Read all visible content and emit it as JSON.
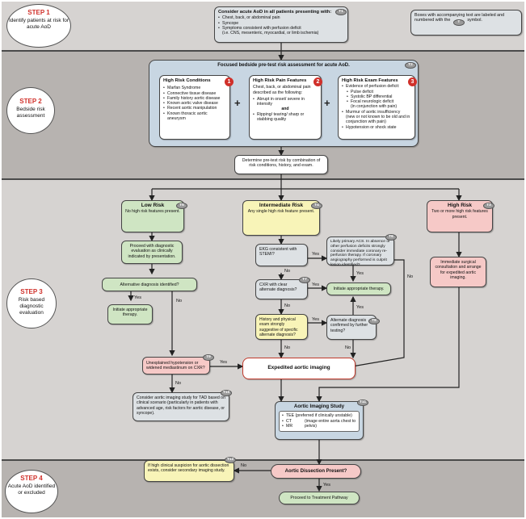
{
  "steps": {
    "s1": {
      "label": "STEP 1",
      "desc": "Identify patients at risk for acute AoD"
    },
    "s2": {
      "label": "STEP 2",
      "desc": "Bedside risk assessment"
    },
    "s3": {
      "label": "STEP 3",
      "desc": "Risk based diagnostic evaluation"
    },
    "s4": {
      "label": "STEP 4",
      "desc": "Acute AoD identified or excluded"
    }
  },
  "t1": {
    "title": "Consider acute AoD in all patients presenting with:",
    "items": [
      "Chest, back, or abdominal pain",
      "Syncope",
      "Symptoms consistent with perfusion deficit"
    ],
    "note": "(i.e. CNS, mesenteric, myocardial, or limb ischemia)",
    "tag": "T1"
  },
  "legend": {
    "text1": "Boxes with accompanying text are labeled and numbered with the",
    "text2": "symbol.",
    "tag": "T"
  },
  "t2": {
    "title": "Focused bedside pre-test risk assessment for acute AoD.",
    "tag": "T2"
  },
  "conditions": {
    "title": "High Risk Conditions",
    "num": "1",
    "items": [
      "Marfan Syndrome",
      "Connective tissue disease",
      "Family history aortic disease",
      "Known aortic valve disease",
      "Recent aortic manipulation",
      "Known thoracic aortic aneurysm"
    ]
  },
  "pain": {
    "title": "High Risk Pain Features",
    "num": "2",
    "intro": "Chest, back, or abdominal pain described as the following:",
    "item1": "Abrupt in onset/ severe in intensity",
    "and": "and",
    "item2": "Ripping/ tearing/ sharp or stabbing quality"
  },
  "exam": {
    "title": "High Risk Exam Features",
    "num": "3",
    "head": "Evidence of perfusion deficit:",
    "sub": [
      "Pulse deficit",
      "Systolic BP differential",
      "Focal neurologic deficit"
    ],
    "sub_note": "(in conjunction with pain)",
    "murmur": "Murmur of aortic insufficiency",
    "murmur_note": "(new or not known to be old and in conjunction with pain)",
    "hypo": "Hypotension or shock state"
  },
  "plus": "+",
  "determine": "Determine pre-test risk by combination of risk conditions, history, and exam.",
  "low": {
    "title": "Low Risk",
    "text": "No high risk features present.",
    "tag": "T5"
  },
  "inter": {
    "title": "Intermediate Risk",
    "text": "Any single high risk feature present.",
    "tag": "T4"
  },
  "high": {
    "title": "High Risk",
    "text": "Two or more high risk features present.",
    "tag": "T3"
  },
  "proceed": "Proceed with diagnostic evaluation as clinically indicated by presentation.",
  "alt_dx": "Alternative diagnosis identified?",
  "initiate_low": "Initiate appropriate therapy.",
  "ekg": "EKG consistent with STEMI?",
  "acs": {
    "text": "Likely primary ACS. In absence of other perfusion deficits strongly consider immediate coronary re-perfusion therapy. If coronary angiography performed is culprit lesion identified?",
    "tag": "T6"
  },
  "surgical": "Immediate surgical consultation and arrange for expedited aortic imaging.",
  "cxr": {
    "text": "CXR with clear alternate diagnosis?",
    "tag": "T7"
  },
  "initiate_mid": "Initiate appropriate therapy.",
  "hx_pe": "History and physical exam strongly suggestive of specific alternate diagnosis?",
  "alt_confirm": {
    "text": "Alternate diagnosis confirmed by further testing?",
    "tag": "T8"
  },
  "unexplained": {
    "text": "Unexplained hypotension or widened mediastinum on CXR?",
    "tag": "T9"
  },
  "expedited": "Expedited aortic imaging",
  "consider": {
    "text": "Consider aortic imaging study for TAD based on clinical scenario (particularly in patients with advanced age, risk factors for aortic disease, or syncope).",
    "tag": "T10"
  },
  "imaging": {
    "title": "Aortic Imaging Study",
    "tag": "T11",
    "items": [
      "TEE (preferred if clinically unstable)",
      "CT",
      "MR"
    ],
    "note": "(image entire aorta chest to pelvis)"
  },
  "secondary": {
    "text": "If high clinical suspicion for aortic dissection exists, consider secondary imaging study.",
    "tag": "T12"
  },
  "present": "Aortic Dissection Present?",
  "treatment": "Proceed to Treatment Pathway",
  "yes": "Yes",
  "no": "No"
}
